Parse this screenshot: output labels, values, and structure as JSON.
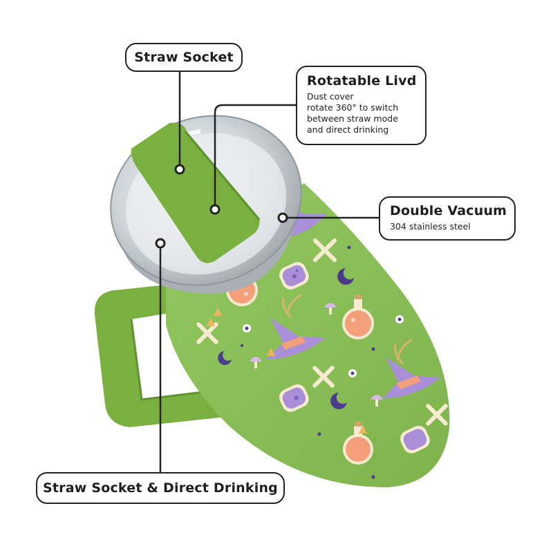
{
  "callouts": {
    "straw_socket": {
      "title": "Straw Socket"
    },
    "rotatable_lid": {
      "title": "Rotatable Livd",
      "lines": [
        "Dust cover",
        "rotate 360° to switch",
        "between straw mode",
        "and direct drinking"
      ]
    },
    "double_vacuum": {
      "title": "Double Vacuum",
      "subtitle": "304 stainless steel"
    },
    "direct_drinking": {
      "title": "Straw Socket & Direct Drinking"
    }
  },
  "colors": {
    "body_green": "#8cc05a",
    "handle_green": "#7ab03f",
    "lid_clear": "#dfe3e6",
    "steel_rim": "#a9afb4",
    "outline": "#222222",
    "pattern_purple": "#a98fd8",
    "pattern_peach": "#f3a07a",
    "pattern_bone": "#f6ead0"
  },
  "icons": [
    "witch-hat-icon",
    "potion-bottle-icon",
    "crossbones-icon",
    "moon-icon",
    "star-icon",
    "eyeball-icon",
    "mushroom-icon",
    "candy-corn-icon",
    "leaf-icon"
  ]
}
